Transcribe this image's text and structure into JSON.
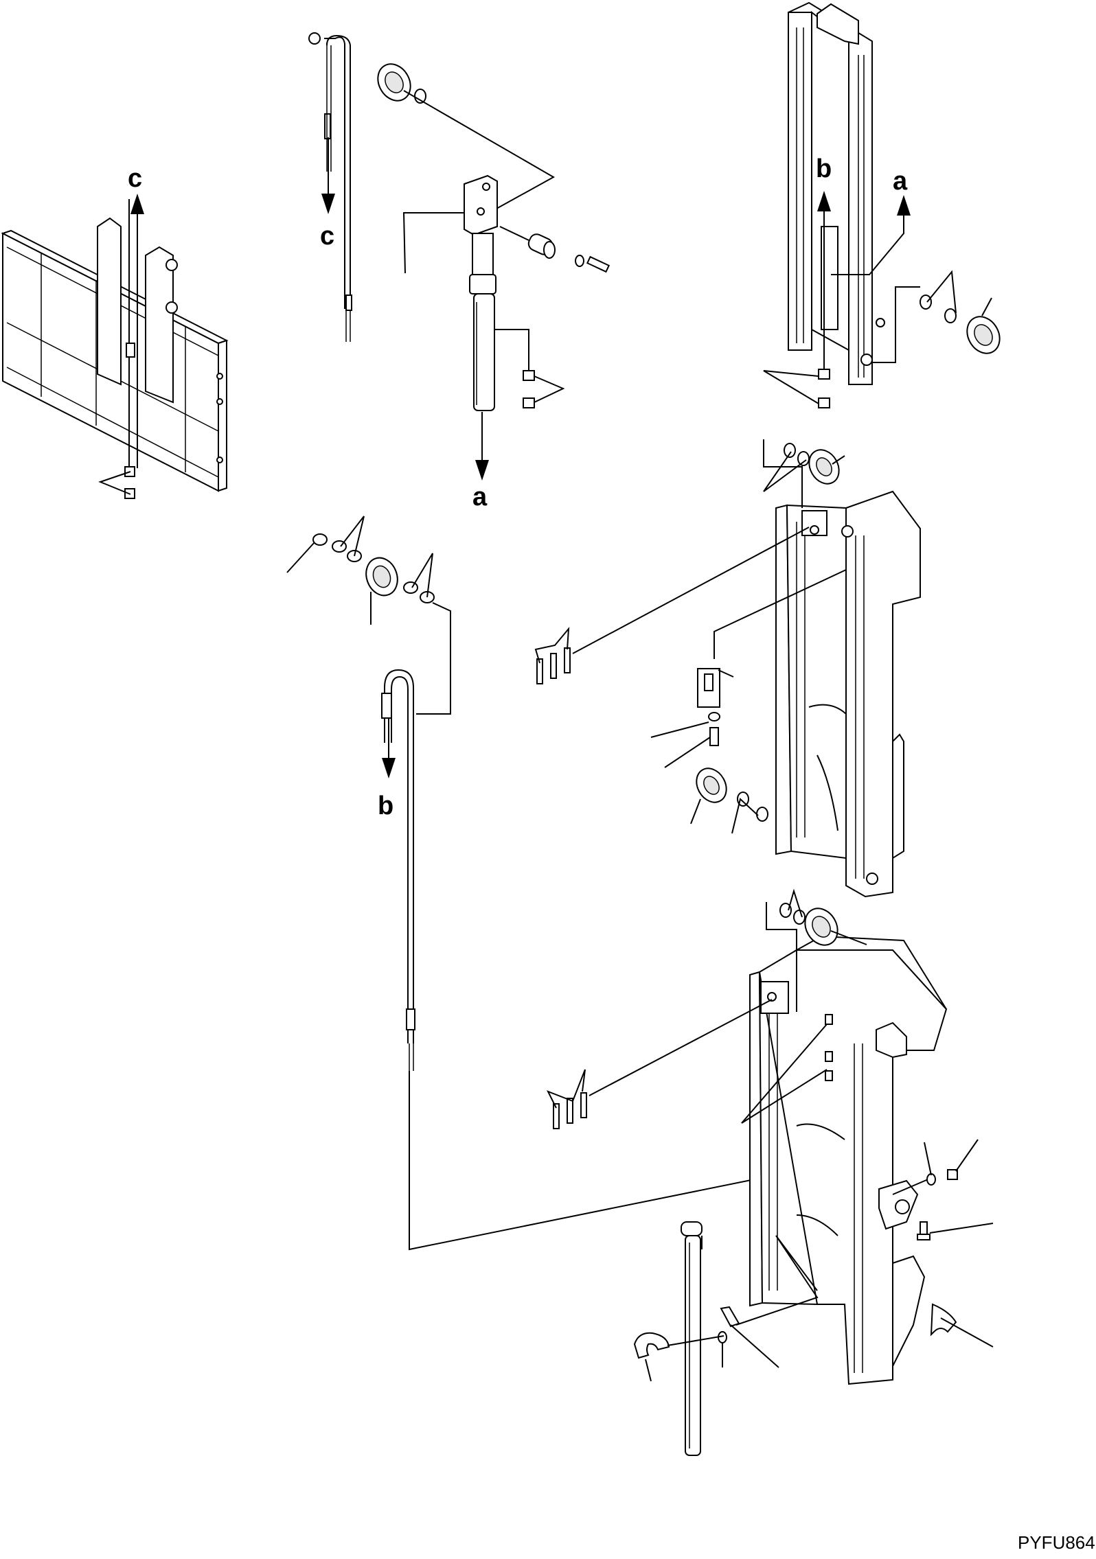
{
  "diagram": {
    "labels": {
      "a_top": "a",
      "a_bottom": "a",
      "b_top": "b",
      "b_bottom": "b",
      "c_top": "c",
      "c_bottom": "c"
    },
    "drawing_code": "PYFU864"
  }
}
